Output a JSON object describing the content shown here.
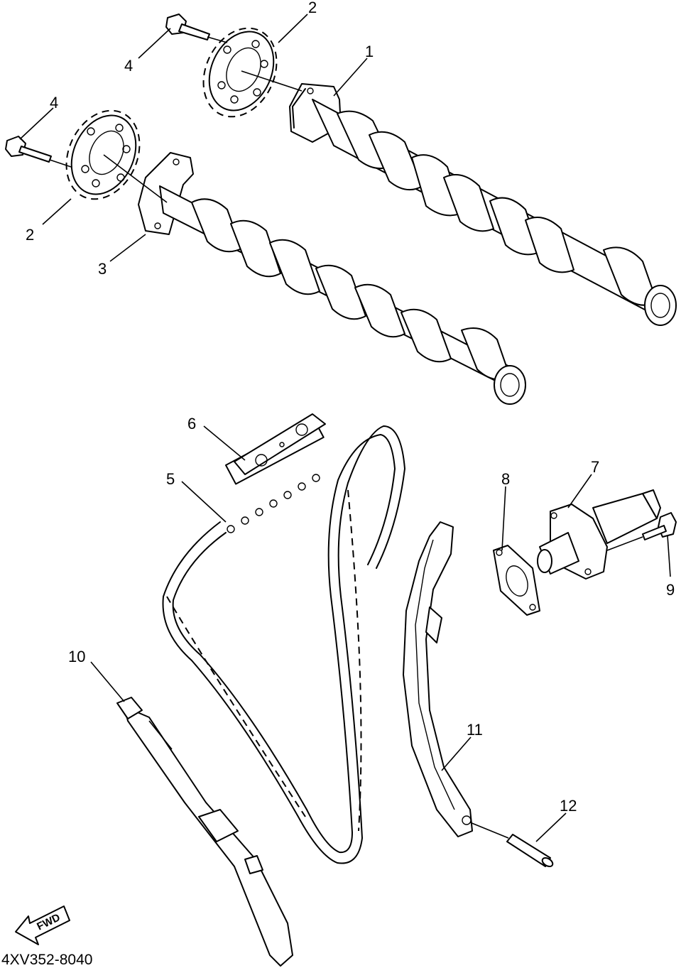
{
  "callouts": [
    {
      "id": "c1",
      "label": "1"
    },
    {
      "id": "c2a",
      "label": "2"
    },
    {
      "id": "c2b",
      "label": "2"
    },
    {
      "id": "c3",
      "label": "3"
    },
    {
      "id": "c4a",
      "label": "4"
    },
    {
      "id": "c4b",
      "label": "4"
    },
    {
      "id": "c5",
      "label": "5"
    },
    {
      "id": "c6",
      "label": "6"
    },
    {
      "id": "c7",
      "label": "7"
    },
    {
      "id": "c8",
      "label": "8"
    },
    {
      "id": "c9",
      "label": "9"
    },
    {
      "id": "c10",
      "label": "10"
    },
    {
      "id": "c11",
      "label": "11"
    },
    {
      "id": "c12",
      "label": "12"
    }
  ],
  "diagram_code": "4XV352-8040",
  "direction_marker": "FWD"
}
